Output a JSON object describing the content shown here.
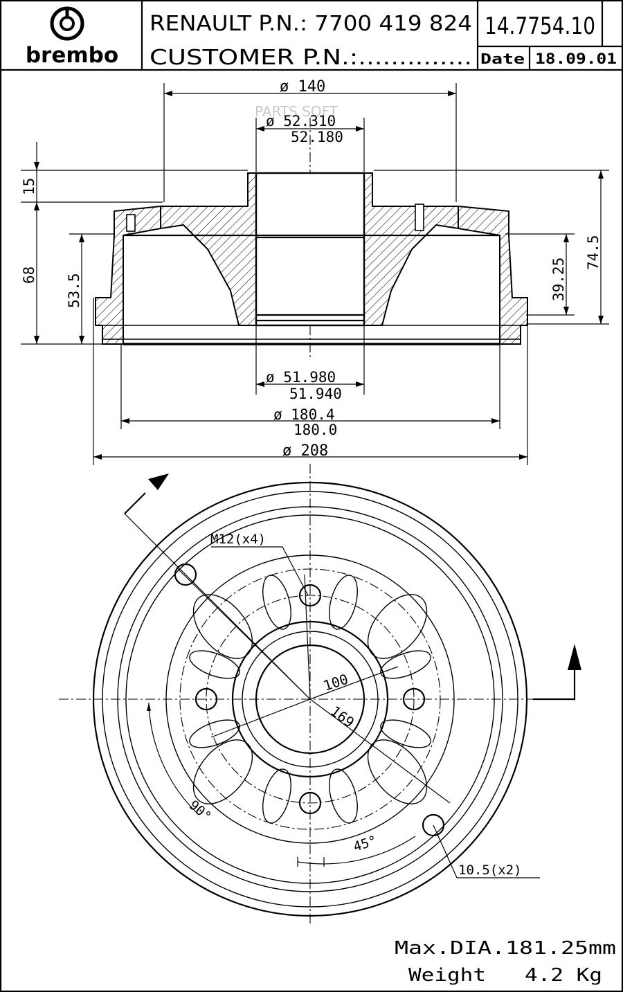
{
  "title_block": {
    "brand": "brembo",
    "oem_line": "RENAULT P.N.:  7700 419 824",
    "customer_line": "CUSTOMER P.N.:..............",
    "part_number": "14.7754.10",
    "date_label": "Date",
    "date_value": "18.09.01"
  },
  "watermark": "PARTS SOFT",
  "section_view": {
    "dims": {
      "d140": "ø 140",
      "d52_max": "ø 52.310",
      "d52_min": "52.180",
      "h15": "15",
      "h68": "68",
      "h53_5": "53.5",
      "h39_25": "39.25",
      "h74_5": "74.5",
      "d51_max": "ø 51.980",
      "d51_min": "51.940",
      "d180_max": "ø 180.4",
      "d180_min": "180.0",
      "d208": "ø 208"
    }
  },
  "front_view": {
    "labels": {
      "thread": "M12(x4)",
      "pcd": "100",
      "bolt_circle": "169",
      "angle_90": "90°",
      "angle_45": "45°",
      "holes": "10.5(x2)"
    }
  },
  "notes": {
    "max_dia": "Max.DIA.181.25mm",
    "weight": "Weight   4.2 Kg"
  }
}
